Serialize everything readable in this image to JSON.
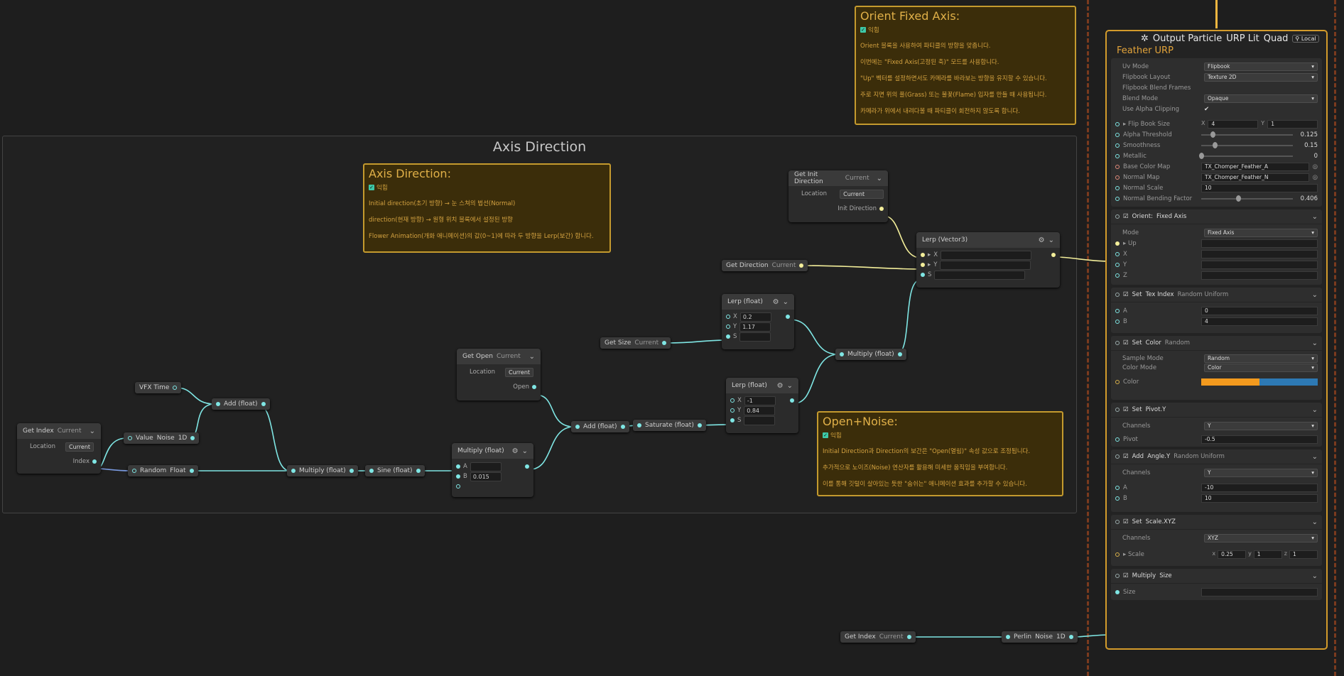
{
  "group": {
    "title": "Axis Direction"
  },
  "notes": {
    "orient": {
      "title": "Orient Fixed Axis:",
      "check": "익힘",
      "lines": [
        "Orient 블록을 사용하여 파티클의 방향을 맞춥니다.",
        "이번에는 \"Fixed Axis(고정된 축)\" 모드를 사용합니다.",
        "\"Up\" 벡터를 설정하면서도 카메라를 바라보는 방향을 유지할 수 있습니다.",
        "주로 지면 위의 풀(Grass) 또는 불꽃(Flame) 입자를 만들 때 사용됩니다.",
        "카메라가 위에서 내려다볼 때 파티클이 회전하지 않도록 합니다."
      ]
    },
    "axis": {
      "title": "Axis Direction:",
      "check": "익힘",
      "lines": [
        "Initial direction(초기 방향) → 눈 스쳐의 법선(Normal)",
        "direction(현재 방향) → 원형 위치 블록에서 설정된 방향",
        "Flower Animation(개화 애니메이션)의 값(0~1)에 따라 두 방향을 Lerp(보간) 합니다."
      ]
    },
    "open": {
      "title": "Open+Noise:",
      "check": "익힘",
      "lines": [
        "Initial Direction과 Direction의 보간은 \"Open(열림)\" 속성 값으로 조정됩니다.",
        "추가적으로 노이즈(Noise) 연산자를 활용해 미세한 움직임을 부여합니다.",
        "이를 통해 깃털이 살아있는 듯한 \"숨쉬는\" 애니메이션 효과를 추가할 수 있습니다."
      ]
    }
  },
  "nodes": {
    "getIndex": {
      "title": "Get Index",
      "sub": "Current",
      "location_label": "Location",
      "location_value": "Current",
      "out": "Index"
    },
    "vfxTime": {
      "title": "VFX Time"
    },
    "valueNoise": {
      "a": "Value",
      "b": "Noise",
      "c": "1D"
    },
    "random": {
      "a": "Random",
      "b": "Float"
    },
    "addFloat1": {
      "title": "Add (float)"
    },
    "multiply1": {
      "title": "Multiply (float)"
    },
    "sine": {
      "title": "Sine (float)"
    },
    "multiply2": {
      "title": "Multiply (float)",
      "a_label": "A",
      "b_label": "B",
      "b_value": "0.015"
    },
    "getOpen": {
      "title": "Get Open",
      "sub": "Current",
      "location_label": "Location",
      "location_value": "Current",
      "out": "Open"
    },
    "addFloat2": {
      "title": "Add (float)"
    },
    "saturate": {
      "title": "Saturate (float)"
    },
    "getSize": {
      "title": "Get Size",
      "sub": "Current"
    },
    "lerpFloat1": {
      "title": "Lerp (float)",
      "x": "0.2",
      "y": "1.17",
      "s": "S"
    },
    "lerpFloat2": {
      "title": "Lerp (float)",
      "x": "-1",
      "y": "0.84",
      "s": "S"
    },
    "multiply3": {
      "title": "Multiply (float)"
    },
    "getDirection": {
      "title": "Get Direction",
      "sub": "Current"
    },
    "getInitDir": {
      "title": "Get Init Direction",
      "sub": "Current",
      "location_label": "Location",
      "location_value": "Current",
      "out": "Init Direction"
    },
    "lerpVec3": {
      "title": "Lerp (Vector3)",
      "x": "X",
      "y": "Y",
      "s": "S"
    },
    "getIndex2": {
      "title": "Get Index",
      "sub": "Current"
    },
    "perlin": {
      "a": "Perlin",
      "b": "Noise",
      "c": "1D"
    }
  },
  "output": {
    "title": "Output Particle",
    "tag1": "URP Lit",
    "tag2": "Quad",
    "space": "Local",
    "subtitle": "Feather URP",
    "props": [
      {
        "label": "Uv Mode",
        "value": "Flipbook",
        "kind": "dd"
      },
      {
        "label": "Flipbook Layout",
        "value": "Texture 2D",
        "kind": "dd"
      },
      {
        "label": "Flipbook Blend Frames",
        "value": "",
        "kind": "text"
      },
      {
        "label": "Blend Mode",
        "value": "Opaque",
        "kind": "dd"
      },
      {
        "label": "Use Alpha Clipping",
        "value": "✔",
        "kind": "text"
      }
    ],
    "inputs": {
      "flipbook": {
        "label": "Flip Book Size",
        "x": "4",
        "y": "1"
      },
      "alpha": {
        "label": "Alpha Threshold",
        "value": "0.125",
        "fraction": 0.125
      },
      "smooth": {
        "label": "Smoothness",
        "value": "0.15",
        "fraction": 0.15
      },
      "metallic": {
        "label": "Metallic",
        "value": "0",
        "fraction": 0
      },
      "baseColor": {
        "label": "Base Color Map",
        "value": "TX_Chomper_Feather_A"
      },
      "normalMap": {
        "label": "Normal Map",
        "value": "TX_Chomper_Feather_N"
      },
      "normalScale": {
        "label": "Normal Scale",
        "value": "10"
      },
      "bending": {
        "label": "Normal Bending Factor",
        "value": "0.406",
        "fraction": 0.406
      }
    },
    "orient": {
      "a": "Orient:",
      "b": "Fixed Axis",
      "mode_label": "Mode",
      "mode_value": "Fixed Axis",
      "up": "Up",
      "x": "X",
      "y": "Y",
      "z": "Z"
    },
    "texIndex": {
      "a": "Set",
      "b": "Tex Index",
      "c": "Random Uniform",
      "a_label": "A",
      "a_value": "0",
      "b_label": "B",
      "b_value": "4"
    },
    "color": {
      "a": "Set",
      "b": "Color",
      "c": "Random",
      "sample_label": "Sample Mode",
      "sample_value": "Random",
      "cmode_label": "Color Mode",
      "cmode_value": "Color",
      "color_label": "Color",
      "col1": "#f39a1e",
      "col2": "#2d79b4"
    },
    "pivot": {
      "a": "Set",
      "b": "Pivot.Y",
      "ch_label": "Channels",
      "ch_value": "Y",
      "p_label": "Pivot",
      "p_value": "-0.5"
    },
    "angle": {
      "a": "Add",
      "b": "Angle.Y",
      "c": "Random Uniform",
      "ch_label": "Channels",
      "ch_value": "Y",
      "a_label": "A",
      "a_value": "-10",
      "b_label": "B",
      "b_value": "10"
    },
    "scale": {
      "a": "Set",
      "b": "Scale.XYZ",
      "ch_label": "Channels",
      "ch_value": "XYZ",
      "s_label": "Scale",
      "x": "0.25",
      "y": "1",
      "z": "1"
    },
    "size": {
      "a": "Multiply",
      "b": "Size",
      "s_label": "Size"
    }
  }
}
